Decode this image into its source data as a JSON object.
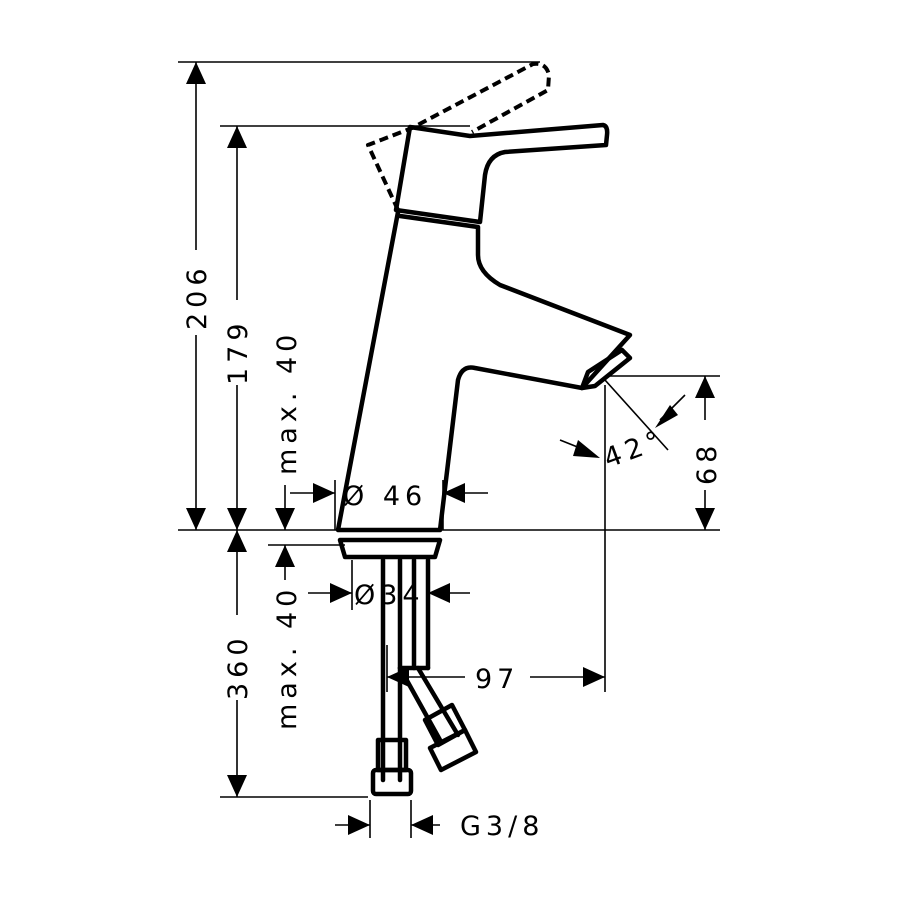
{
  "title": "Basin mixer dimension drawing",
  "dimensions": {
    "total_height": "206",
    "spout_height": "179",
    "max_above": "max. 40",
    "max_below": "max. 40",
    "base_diameter": "Ø 46",
    "shank_diameter": "Ø34",
    "connection_length": "360",
    "spout_reach": "97",
    "outlet_height": "68",
    "outlet_angle": "42°",
    "thread": "G3/8"
  },
  "colors": {
    "line": "#000000",
    "background": "#ffffff"
  }
}
